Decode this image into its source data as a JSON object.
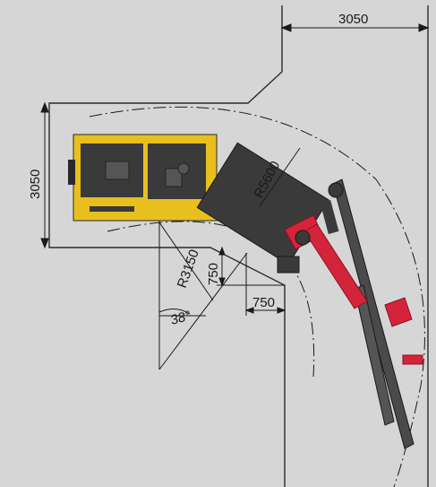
{
  "dimensions": {
    "top_width": "3050",
    "left_height": "3050",
    "outer_radius": "R5600",
    "inner_radius": "R3150",
    "offset_vertical": "750",
    "offset_horizontal": "750",
    "angle": "38°"
  },
  "colors": {
    "background": "#d6d6d6",
    "machine_body": "#e8bf1e",
    "machine_dark": "#3a3a3a",
    "boom_red": "#d4243b",
    "line": "#1a1a1a",
    "wall": "#2a2a2a"
  }
}
